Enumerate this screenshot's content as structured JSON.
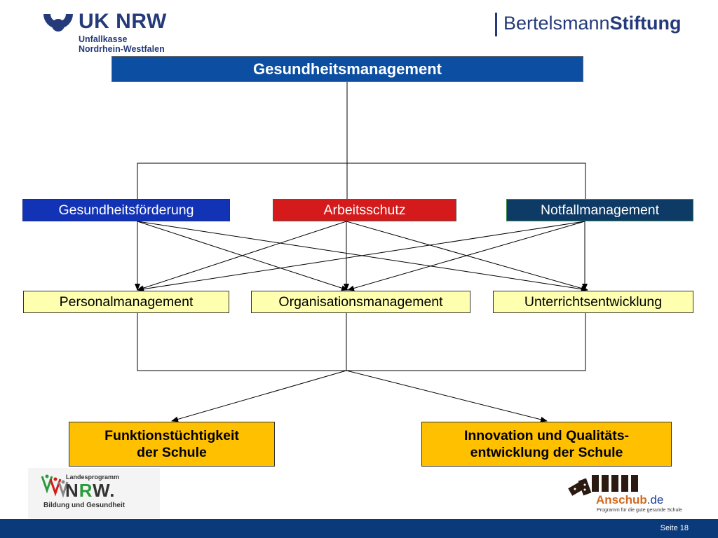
{
  "logos": {
    "uk_nrw": {
      "title": "UK NRW",
      "line1": "Unfallkasse",
      "line2": "Nordrhein-Westfalen"
    },
    "bertelsmann": {
      "part1": "Bertelsmann",
      "part2": "Stiftung"
    },
    "landesprogramm": {
      "small": "Landesprogramm",
      "nrw_n": "N",
      "nrw_r": "R",
      "nrw_w": "W.",
      "sub": "Bildung und Gesundheit"
    },
    "anschub": {
      "name": "Anschub",
      "tld": ".de",
      "sub": "Programm für die gute gesunde Schule"
    }
  },
  "diagram": {
    "top": "Gesundheitsmanagement",
    "middle": [
      "Gesundheitsförderung",
      "Arbeitsschutz",
      "Notfallmanagement"
    ],
    "lower": [
      "Personalmanagement",
      "Organisationsmanagement",
      "Unterrichtsentwicklung"
    ],
    "outcome_left": {
      "line1": "Funktionstüchtigkeit",
      "line2": "der Schule"
    },
    "outcome_right": {
      "line1": "Innovation und Qualitäts-",
      "line2": "entwicklung der Schule"
    }
  },
  "colors": {
    "top_box": "#0b4ea2",
    "foerderung": "#1233b5",
    "arbeitsschutz": "#d41a1a",
    "notfall": "#0e3a66",
    "lower_boxes": "#ffffb0",
    "outcome_boxes": "#ffc000",
    "footer": "#0b3a7a"
  },
  "footer": {
    "page": "Seite 18"
  }
}
